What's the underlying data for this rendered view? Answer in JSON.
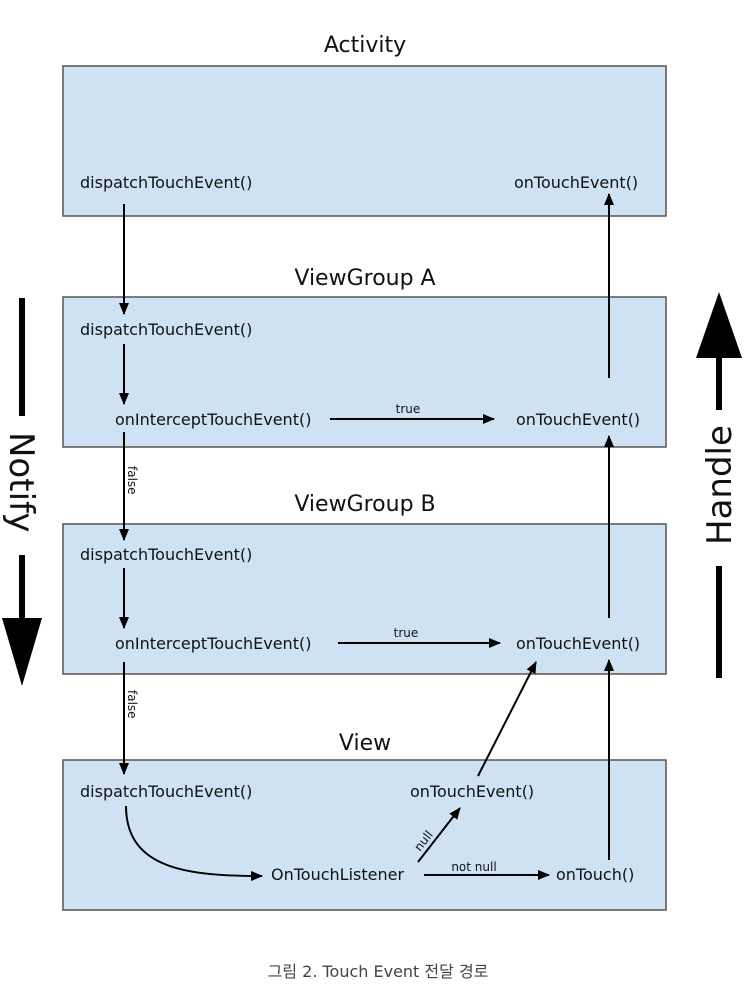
{
  "colors": {
    "box_fill": "#cfe2f3",
    "box_stroke": "#555555",
    "line": "#000000",
    "text": "#111111"
  },
  "layers": [
    {
      "title": "Activity",
      "dispatch": "dispatchTouchEvent()",
      "on_touch": "onTouchEvent()"
    },
    {
      "title": "ViewGroup A",
      "dispatch": "dispatchTouchEvent()",
      "intercept": "onInterceptTouchEvent()",
      "on_touch": "onTouchEvent()",
      "true_label": "true",
      "false_label": "false"
    },
    {
      "title": "ViewGroup B",
      "dispatch": "dispatchTouchEvent()",
      "intercept": "onInterceptTouchEvent()",
      "on_touch": "onTouchEvent()",
      "true_label": "true",
      "false_label": "false"
    },
    {
      "title": "View",
      "dispatch": "dispatchTouchEvent()",
      "on_touch": "onTouchEvent()",
      "listener": "OnTouchListener",
      "on_touch_cb": "onTouch()",
      "null_label": "null",
      "not_null_label": "not null"
    }
  ],
  "side_labels": {
    "left": "Notify",
    "right": "Handle"
  },
  "caption": "그림 2. Touch Event 전달 경로"
}
